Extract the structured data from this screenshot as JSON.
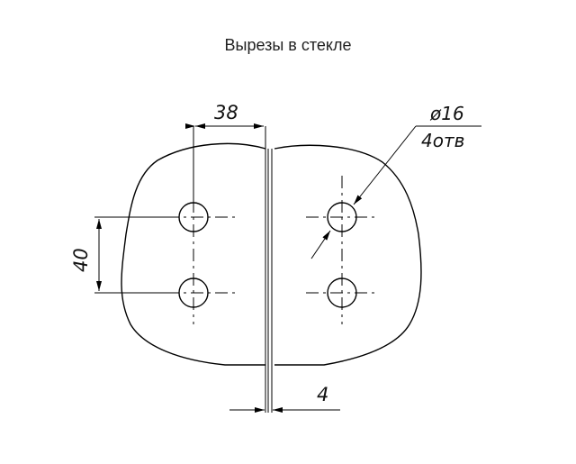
{
  "title": "Вырезы в стекле",
  "dimensions": {
    "width_38": "38",
    "height_40": "40",
    "gap_4": "4",
    "hole_diameter": "ø16",
    "hole_count": "4отв"
  }
}
